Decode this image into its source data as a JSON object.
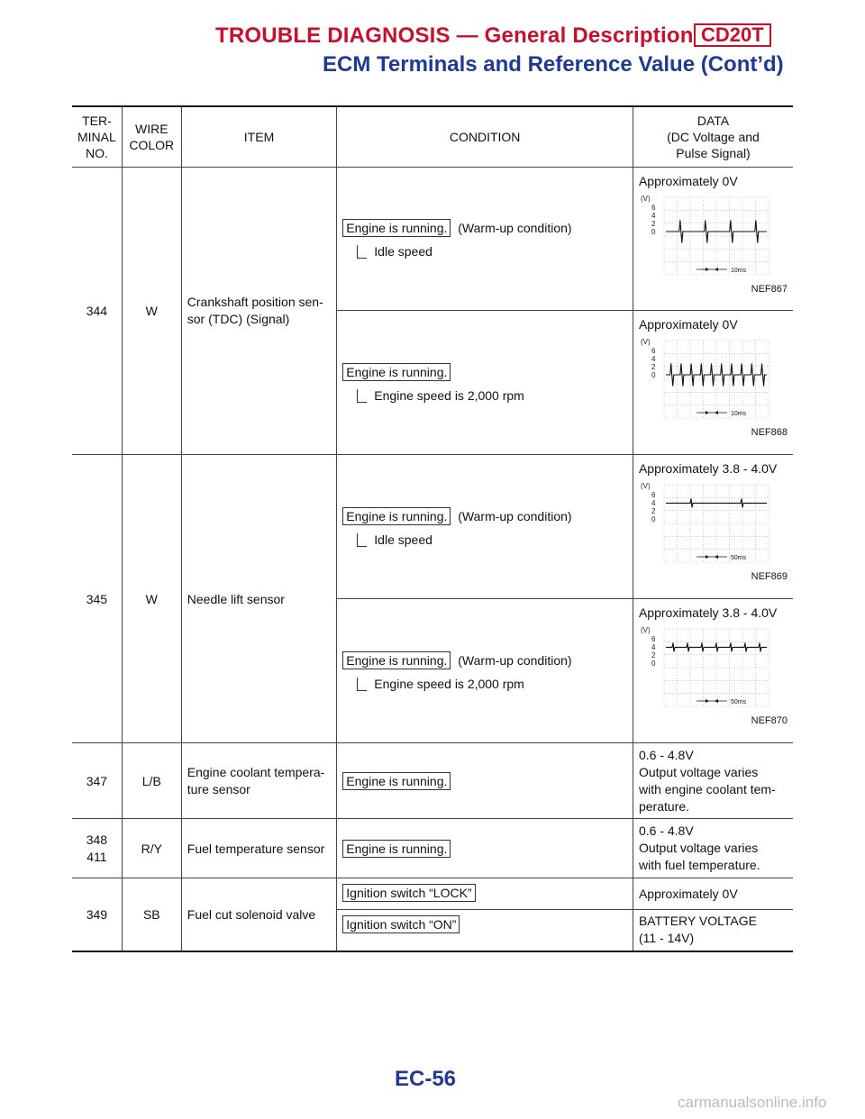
{
  "header": {
    "title": "TROUBLE DIAGNOSIS — General Description",
    "model": "CD20T",
    "subtitle": "ECM Terminals and Reference Value (Cont’d)"
  },
  "columns": {
    "terminal": "TER-\nMINAL\nNO.",
    "wire": "WIRE\nCOLOR",
    "item": "ITEM",
    "condition": "CONDITION",
    "data": "DATA\n(DC Voltage and\nPulse Signal)"
  },
  "rows": {
    "r344": {
      "terminal": "344",
      "wire": "W",
      "item": "Crankshaft position sen-\nsor (TDC) (Signal)",
      "c1": {
        "box": "Engine is running.",
        "note": "(Warm-up condition)",
        "sub": "Idle speed",
        "value": "Approximately 0V",
        "ref": "NEF867",
        "time": "10ms"
      },
      "c2": {
        "box": "Engine is running.",
        "note": "",
        "sub": "Engine speed is 2,000 rpm",
        "value": "Approximately 0V",
        "ref": "NEF868",
        "time": "10ms"
      }
    },
    "r345": {
      "terminal": "345",
      "wire": "W",
      "item": "Needle lift sensor",
      "c1": {
        "box": "Engine is running.",
        "note": "(Warm-up condition)",
        "sub": "Idle speed",
        "value": "Approximately 3.8 - 4.0V",
        "ref": "NEF869",
        "time": "50ms"
      },
      "c2": {
        "box": "Engine is running.",
        "note": "(Warm-up condition)",
        "sub": "Engine speed is 2,000 rpm",
        "value": "Approximately 3.8 - 4.0V",
        "ref": "NEF870",
        "time": "50ms"
      }
    },
    "r347": {
      "terminal": "347",
      "wire": "L/B",
      "item": "Engine coolant tempera-\nture sensor",
      "box": "Engine is running.",
      "value": "0.6 - 4.8V\nOutput voltage varies\nwith engine coolant tem-\nperature."
    },
    "r348": {
      "terminal": "348\n411",
      "wire": "R/Y",
      "item": "Fuel temperature sensor",
      "box": "Engine is running.",
      "value": "0.6 - 4.8V\nOutput voltage varies\nwith fuel temperature."
    },
    "r349": {
      "terminal": "349",
      "wire": "SB",
      "item": "Fuel cut solenoid valve",
      "c1": {
        "box": "Ignition switch “LOCK”",
        "value": "Approximately 0V"
      },
      "c2": {
        "box": "Ignition switch “ON”",
        "value": "BATTERY VOLTAGE\n(11 - 14V)"
      }
    }
  },
  "scope": {
    "unit": "(V)",
    "ticks": [
      "6",
      "4",
      "2",
      "0"
    ]
  },
  "footer": {
    "page": "EC-56",
    "watermark": "carmanualsonline.info"
  }
}
